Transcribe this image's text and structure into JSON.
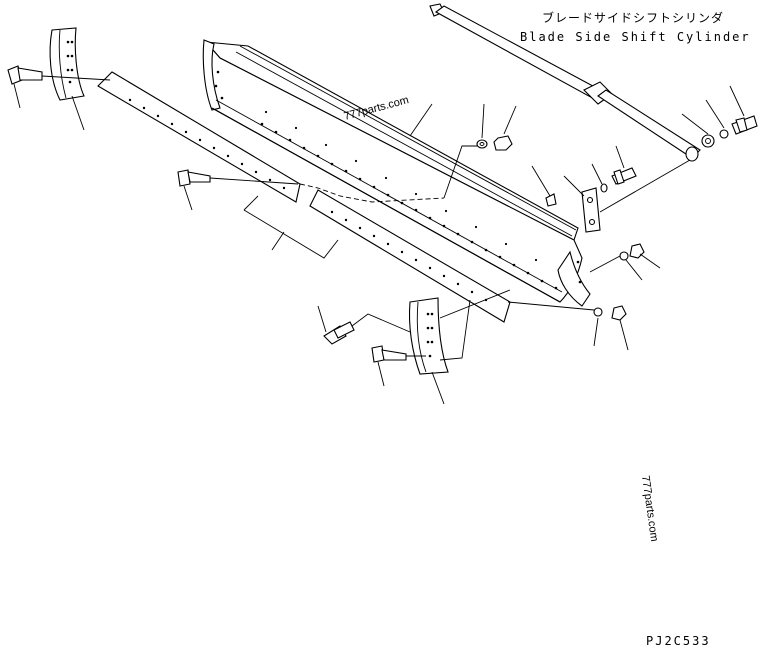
{
  "labels": {
    "cylinder_jp": "ブレードサイドシフトシリンダ",
    "cylinder_en": "Blade Side Shift Cylinder",
    "drawing_code": "PJ2C533"
  },
  "watermarks": {
    "wm1": "777parts.com",
    "wm2": "777parts.com"
  }
}
